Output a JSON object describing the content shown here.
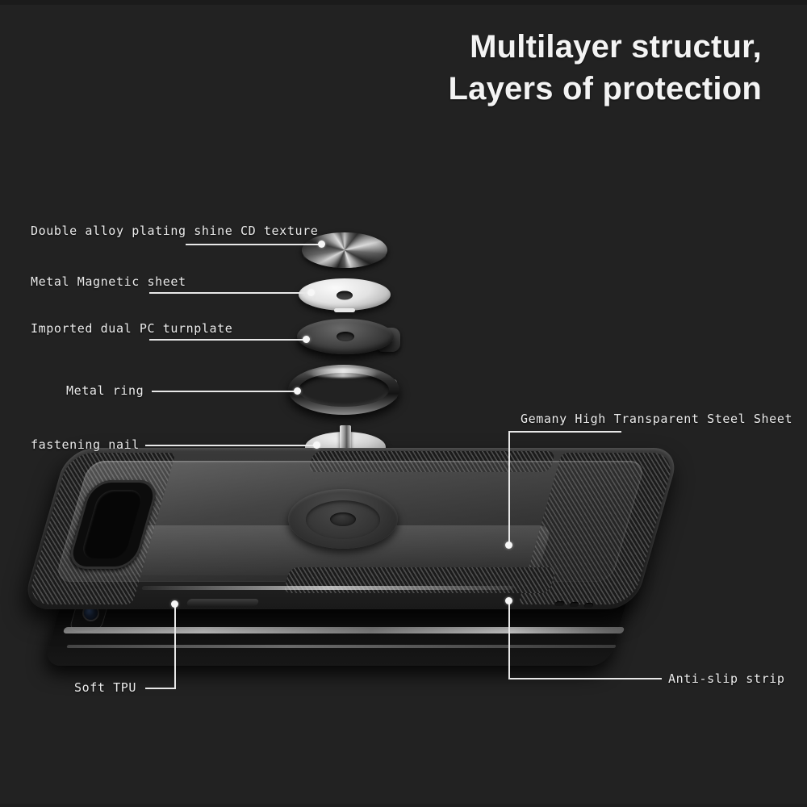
{
  "title": {
    "line1": "Multilayer structur,",
    "line2": "Layers of protection"
  },
  "colors": {
    "background": "#222222",
    "text": "#ececec",
    "title": "#f3f3f3",
    "leader_line": "#e8e8e8",
    "dot": "#f7f7f7"
  },
  "callouts": [
    {
      "id": "cd-texture",
      "label": "Double alloy plating shine CD texture"
    },
    {
      "id": "magnetic-sheet",
      "label": "Metal Magnetic sheet"
    },
    {
      "id": "pc-turnplate",
      "label": "Imported dual PC turnplate"
    },
    {
      "id": "metal-ring",
      "label": "Metal ring"
    },
    {
      "id": "fastening-nail",
      "label": "fastening nail"
    },
    {
      "id": "steel-sheet",
      "label": "Gemany High Transparent Steel Sheet"
    },
    {
      "id": "soft-tpu",
      "label": "Soft TPU"
    },
    {
      "id": "anti-slip",
      "label": "Anti-slip strip"
    }
  ],
  "parts": [
    {
      "name": "alloy-cd-disc"
    },
    {
      "name": "metal-magnetic-sheet"
    },
    {
      "name": "pc-turnplate"
    },
    {
      "name": "metal-ring"
    },
    {
      "name": "fastening-nail"
    },
    {
      "name": "phone-case"
    },
    {
      "name": "phone-body"
    }
  ]
}
